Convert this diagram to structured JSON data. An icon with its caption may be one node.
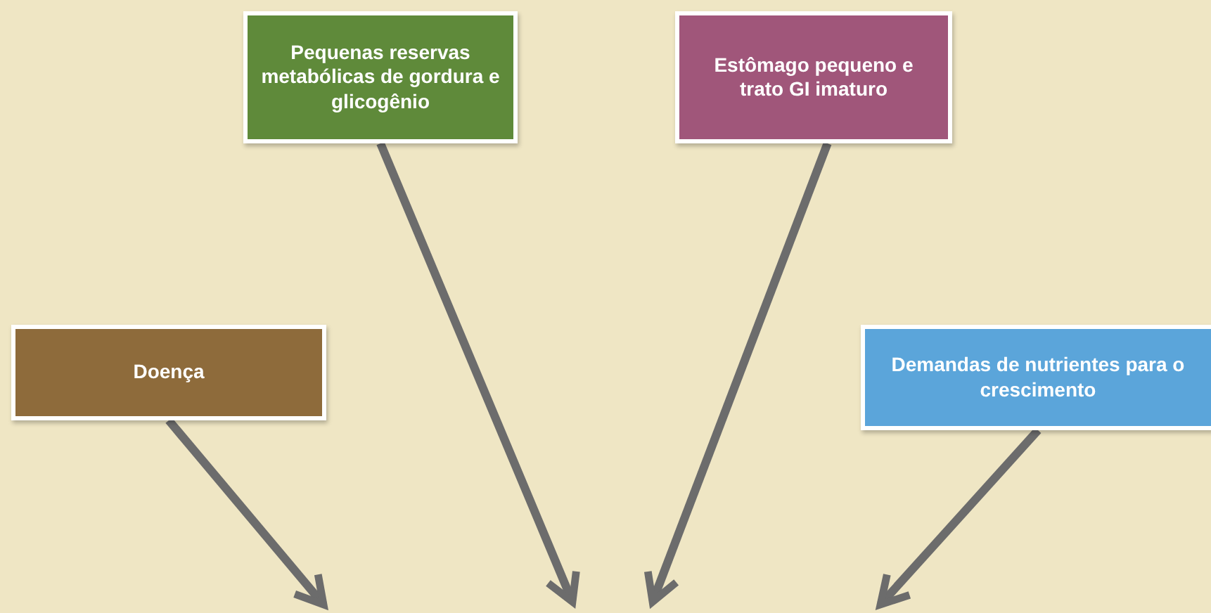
{
  "diagram": {
    "nodes": [
      {
        "text": [
          "Pequenas reservas metabólicas de gordura e glicogênio"
        ]
      },
      {
        "text": [
          "Estômago pequeno e trato GI imaturo"
        ]
      },
      {
        "text": [
          "Doença"
        ]
      },
      {
        "text": [
          "Demandas de nutrientes para o crescimento"
        ]
      }
    ],
    "edges": [
      {
        "from": 2,
        "to": null,
        "arrow": "to"
      },
      {
        "from": 0,
        "to": null,
        "arrow": "to"
      },
      {
        "from": 1,
        "to": null,
        "arrow": "to"
      },
      {
        "from": 3,
        "to": null,
        "arrow": "to"
      }
    ]
  }
}
